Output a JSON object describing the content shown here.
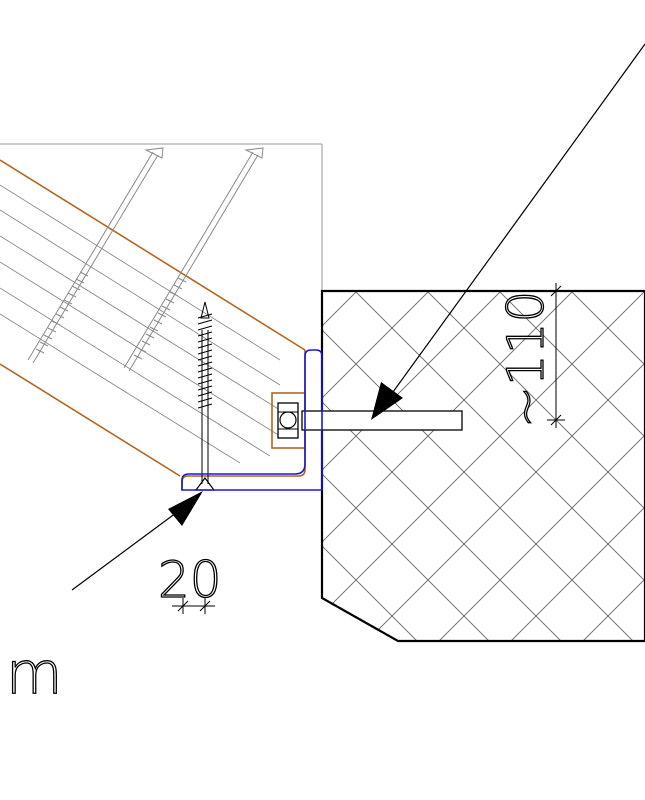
{
  "dimensions": {
    "horizontal_label": "20",
    "vertical_label": "~110"
  },
  "unit_fragment": "m",
  "colors": {
    "line": "#000000",
    "thin_line": "#8a8a8a",
    "timber": "#b5651d",
    "angle_bracket": "#1a1ad6"
  }
}
